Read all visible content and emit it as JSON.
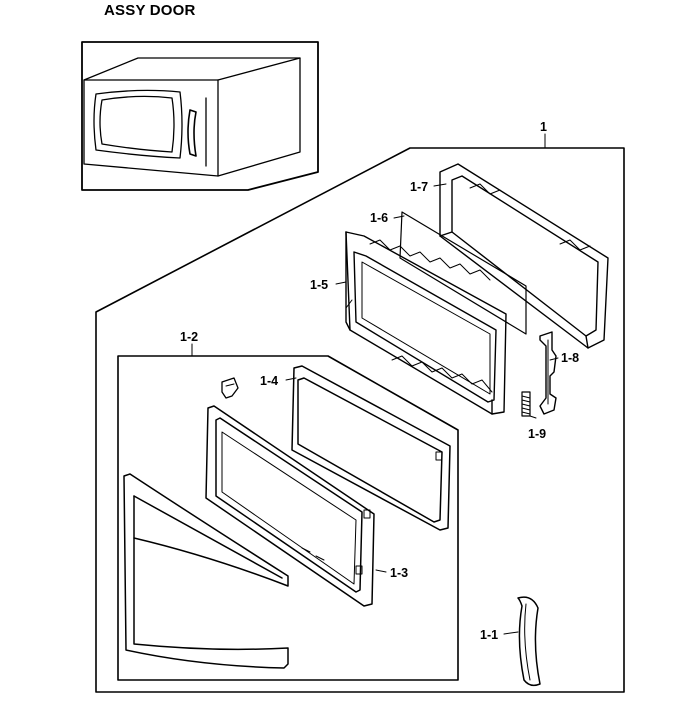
{
  "title": "ASSY DOOR",
  "labels": {
    "assy": "1",
    "sub_assy": "1-2",
    "p1_1": "1-1",
    "p1_3": "1-3",
    "p1_4": "1-4",
    "p1_5": "1-5",
    "p1_6": "1-6",
    "p1_7": "1-7",
    "p1_8": "1-8",
    "p1_9": "1-9"
  }
}
